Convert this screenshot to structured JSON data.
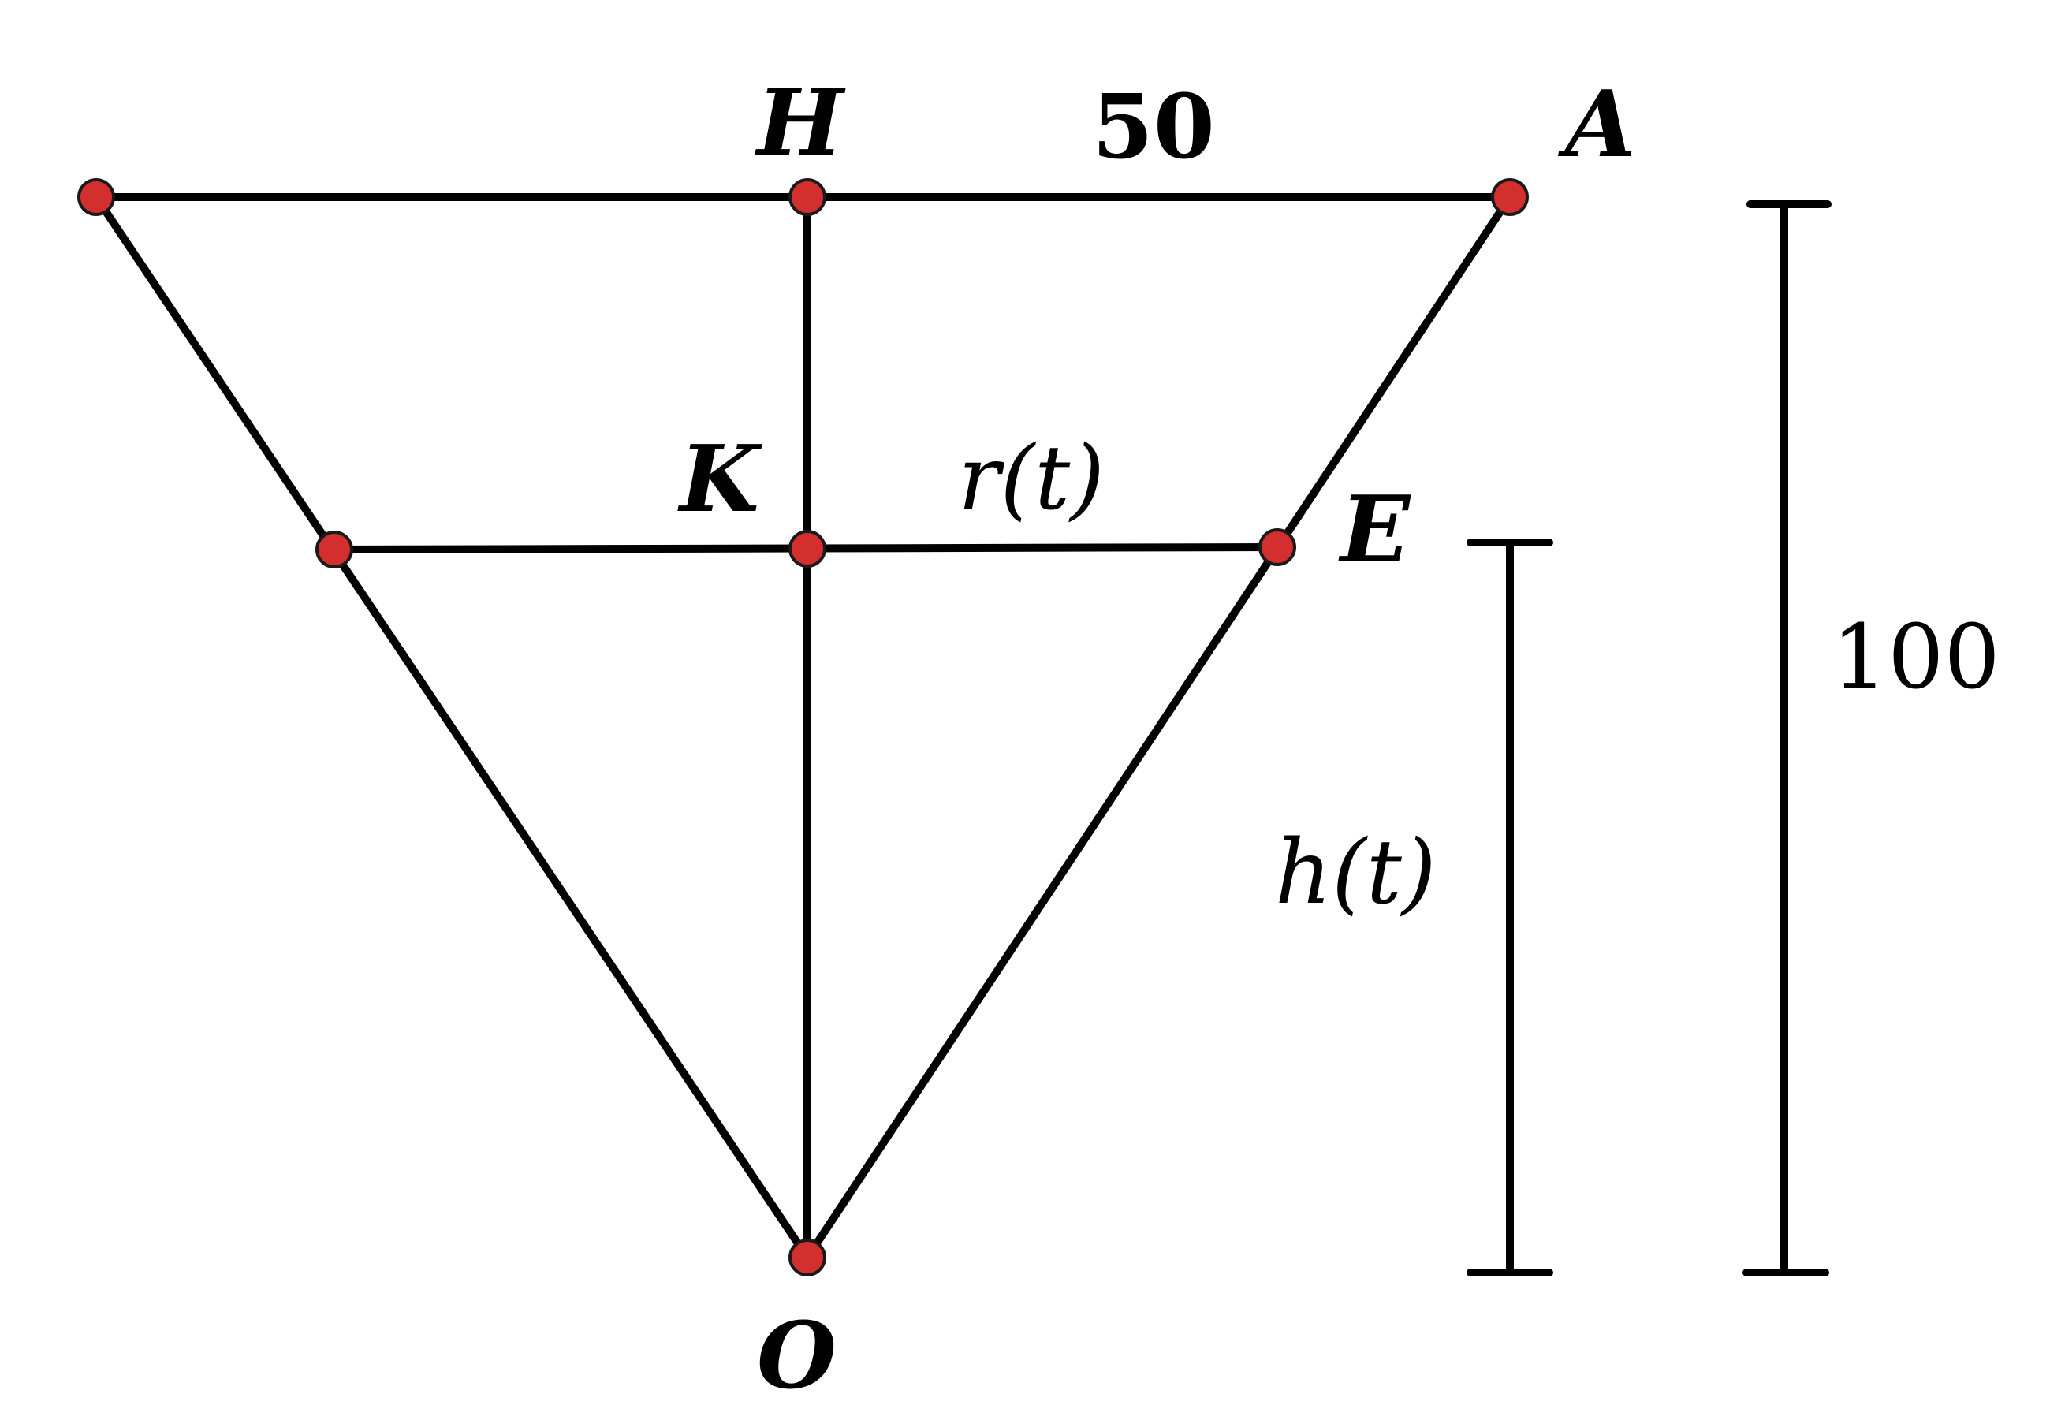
{
  "points": {
    "H": "H",
    "A": "A",
    "K": "K",
    "E": "E",
    "O": "O"
  },
  "labels": {
    "top_segment": "50",
    "mid_segment": "r(t)",
    "water_height": "h(t)",
    "total_height": "100"
  },
  "colors": {
    "vertex_fill": "#d32f2f",
    "line": "#000000",
    "background": "#ffffff"
  }
}
